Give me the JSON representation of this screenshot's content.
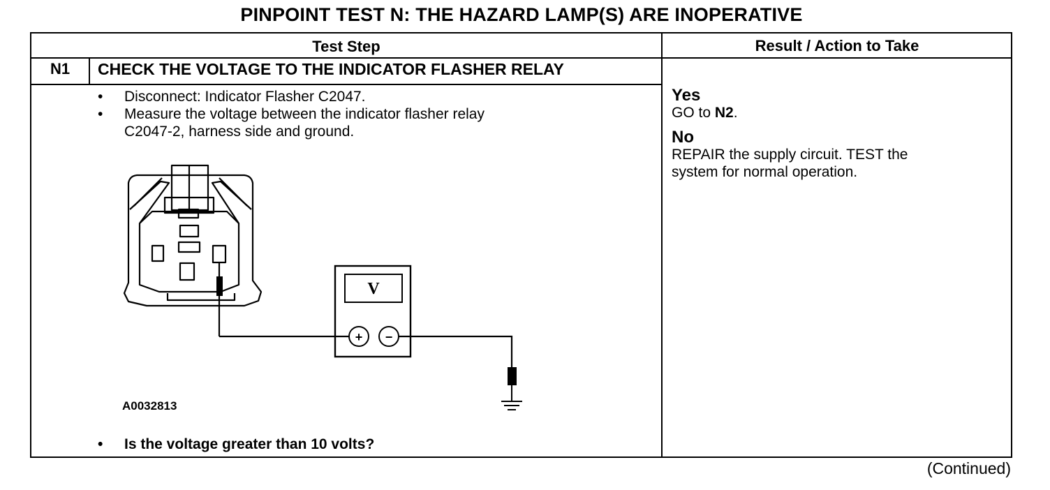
{
  "title": "PINPOINT TEST  N: THE HAZARD LAMP(S) ARE INOPERATIVE",
  "table": {
    "header_step": "Test Step",
    "header_result": "Result / Action to Take",
    "step_id": "N1",
    "step_title": "CHECK THE VOLTAGE TO THE INDICATOR FLASHER RELAY",
    "instructions": [
      "Disconnect: Indicator Flasher C2047.",
      "Measure the voltage between the indicator flasher relay",
      "C2047-2, harness side and ground."
    ],
    "bullet_char": "•",
    "figure_id": "A0032813",
    "meter_label": "V",
    "meter_plus": "+",
    "meter_minus": "−",
    "question": "Is the voltage greater than 10 volts?",
    "yes_label": "Yes",
    "yes_prefix": "GO to ",
    "yes_target": "N2",
    "yes_suffix": ".",
    "no_label": "No",
    "no_line1": "REPAIR the supply circuit. TEST the",
    "no_line2": "system for normal operation."
  },
  "continued": "(Continued)"
}
